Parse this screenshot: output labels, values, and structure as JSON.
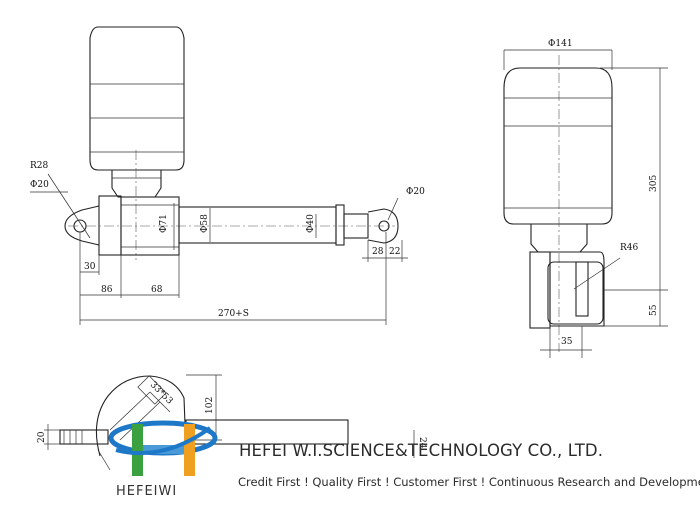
{
  "dimensions": {
    "r28": "R28",
    "phi20_left": "Φ20",
    "phi20_right": "Φ20",
    "phi71": "Φ71",
    "phi58": "Φ58",
    "phi40": "Φ40",
    "d30": "30",
    "d86": "86",
    "d68": "68",
    "d28": "28",
    "d22": "22",
    "stroke_total": "270+S",
    "phi141": "Φ141",
    "d305": "305",
    "r46": "R46",
    "d55": "55",
    "d35": "35",
    "d33x53": "33*53",
    "d102": "102",
    "d20_bottom": "20",
    "d24": "24"
  },
  "footer": {
    "brand_name": "HEFEIWI",
    "company": "HEFEI W.I.SCIENCE&TECHNOLOGY CO., LTD.",
    "slogan": "Credit First ! Quality First ! Customer First ! Continuous Research and Development !"
  },
  "colors": {
    "logo_blue": "#1e78c8",
    "logo_orange": "#f0a020",
    "logo_green": "#3aa040",
    "line": "#222222"
  }
}
